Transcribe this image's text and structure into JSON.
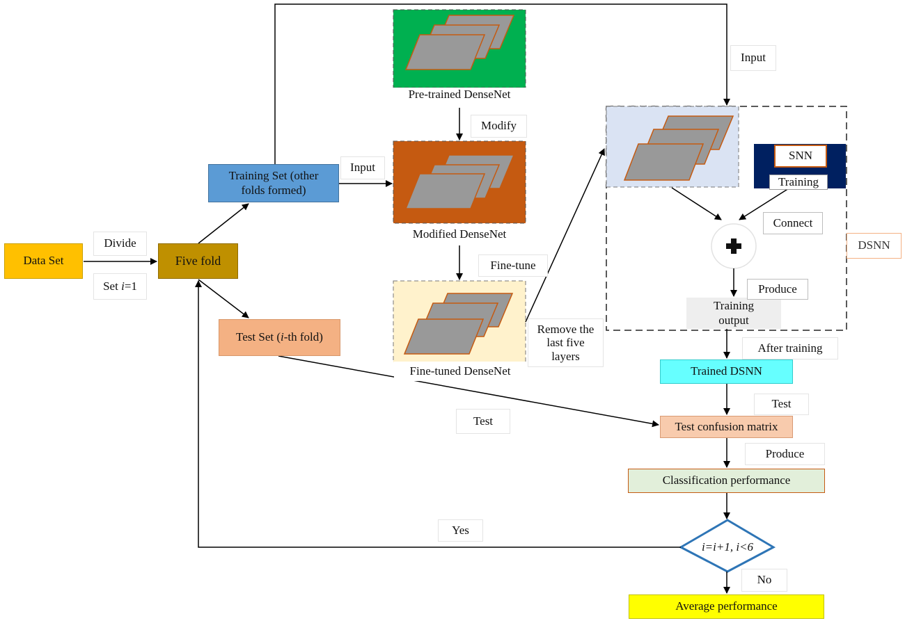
{
  "nodes": {
    "data_set": "Data Set",
    "five_fold": "Five fold",
    "training_set_line1": "Training Set (other",
    "training_set_line2": "folds formed)",
    "test_set_prefix": "Test Set (",
    "test_set_italic": "i",
    "test_set_suffix": "-th fold)",
    "pretrained": "Pre-trained DenseNet",
    "modified": "Modified DenseNet",
    "finetuned": "Fine-tuned DenseNet",
    "snn": "SNN",
    "training_inner": "Training",
    "training_output_line1": "Training",
    "training_output_line2": "output",
    "dsnn": "DSNN",
    "trained_dsnn": "Trained DSNN",
    "test_confusion": "Test confusion matrix",
    "classification": "Classification performance",
    "decision": "i=i+1, i<6",
    "average": "Average performance"
  },
  "edge_labels": {
    "divide": "Divide",
    "set_i_prefix": "Set ",
    "set_i_italic": "i",
    "set_i_suffix": "=1",
    "input_left": "Input",
    "input_top": "Input",
    "modify": "Modify",
    "fine_tune": "Fine-tune",
    "remove_line1": "Remove the",
    "remove_line2": "last five",
    "remove_line3": "layers",
    "connect": "Connect",
    "produce_top": "Produce",
    "after_training": "After training",
    "test_right": "Test",
    "test_mid": "Test",
    "produce_bottom": "Produce",
    "yes": "Yes",
    "no": "No"
  },
  "colors": {
    "data_set": "#ffc000",
    "five_fold": "#bf9000",
    "training_set": "#5b9bd5",
    "test_set": "#f4b183",
    "pretrained_bg": "#00b050",
    "modified_bg": "#c55a11",
    "finetuned_bg": "#fff2cc",
    "dsnn_feature_bg": "#dae3f3",
    "snn_bg": "#002060",
    "trained_dsnn": "#66ffff",
    "test_confusion": "#f8cbad",
    "classification": "#e2efda",
    "average": "#ffff00",
    "decision_stroke": "#2e75b6",
    "layer_fill": "#999999",
    "layer_stroke": "#c55a11"
  }
}
